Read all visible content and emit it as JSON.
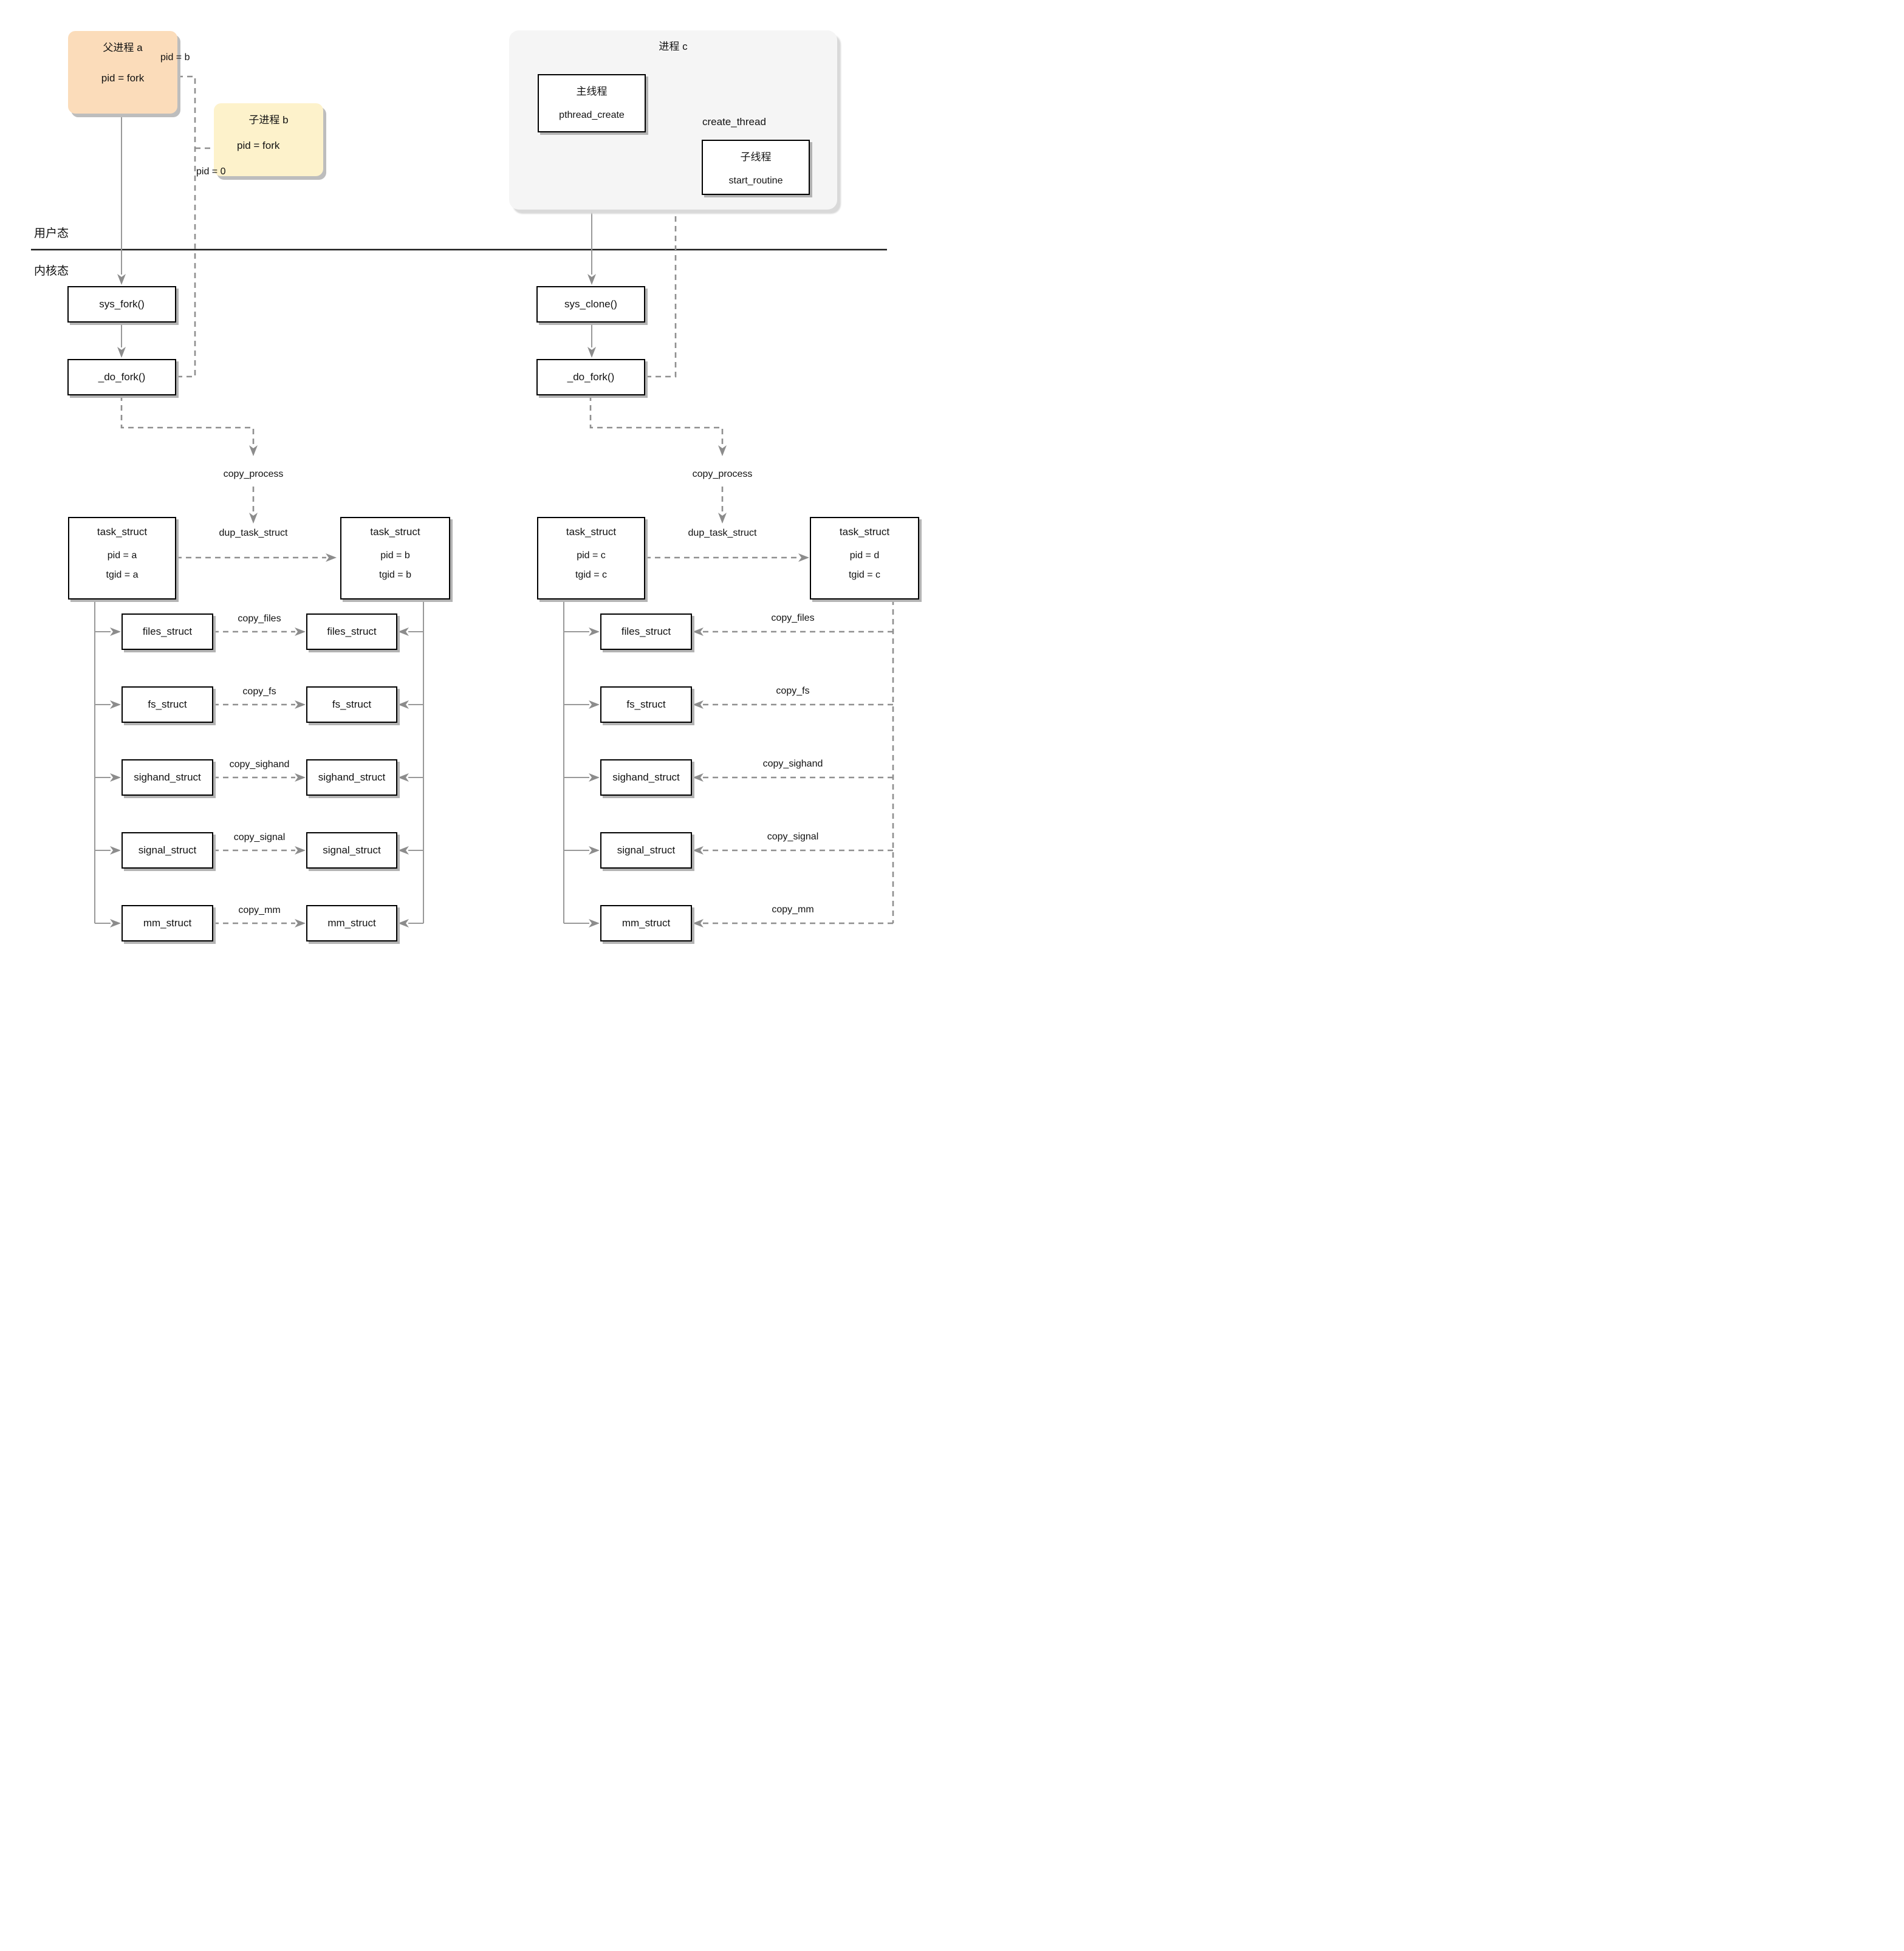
{
  "modes": {
    "user": "用户态",
    "kernel": "内核态"
  },
  "fork": {
    "parent_box": {
      "title": "父进程 a",
      "value": "pid = fork"
    },
    "child_box": {
      "title": "子进程 b",
      "value": "pid = fork"
    },
    "return_parent_label": "pid = b",
    "return_child_label": "pid = 0",
    "sys_call": "sys_fork()",
    "do_fork": "_do_fork()",
    "copy_process_label": "copy_process",
    "dup_task_label": "dup_task_struct",
    "task_parent": {
      "title": "task_struct",
      "pid": "pid = a",
      "tgid": "tgid = a"
    },
    "task_child": {
      "title": "task_struct",
      "pid": "pid = b",
      "tgid": "tgid = b"
    },
    "structs": [
      {
        "name": "files_struct",
        "copy_label": "copy_files"
      },
      {
        "name": "fs_struct",
        "copy_label": "copy_fs"
      },
      {
        "name": "sighand_struct",
        "copy_label": "copy_sighand"
      },
      {
        "name": "signal_struct",
        "copy_label": "copy_signal"
      },
      {
        "name": "mm_struct",
        "copy_label": "copy_mm"
      }
    ]
  },
  "clone": {
    "process_box_title": "进程 c",
    "main_thread": {
      "title": "主线程",
      "value": "pthread_create"
    },
    "child_thread": {
      "title": "子线程",
      "value": "start_routine"
    },
    "create_thread_label": "create_thread",
    "sys_call": "sys_clone()",
    "do_fork": "_do_fork()",
    "copy_process_label": "copy_process",
    "dup_task_label": "dup_task_struct",
    "task_parent": {
      "title": "task_struct",
      "pid": "pid = c",
      "tgid": "tgid = c"
    },
    "task_child": {
      "title": "task_struct",
      "pid": "pid = d",
      "tgid": "tgid = c"
    },
    "structs": [
      {
        "name": "files_struct",
        "copy_label": "copy_files"
      },
      {
        "name": "fs_struct",
        "copy_label": "copy_fs"
      },
      {
        "name": "sighand_struct",
        "copy_label": "copy_sighand"
      },
      {
        "name": "signal_struct",
        "copy_label": "copy_signal"
      },
      {
        "name": "mm_struct",
        "copy_label": "copy_mm"
      }
    ]
  },
  "colors": {
    "parent_fill": "#fbdcba",
    "child_fill": "#fdf2cb",
    "process_fill": "#f5f5f5",
    "connector_gray": "#999999",
    "dashed_gray": "#8f8f8f"
  }
}
